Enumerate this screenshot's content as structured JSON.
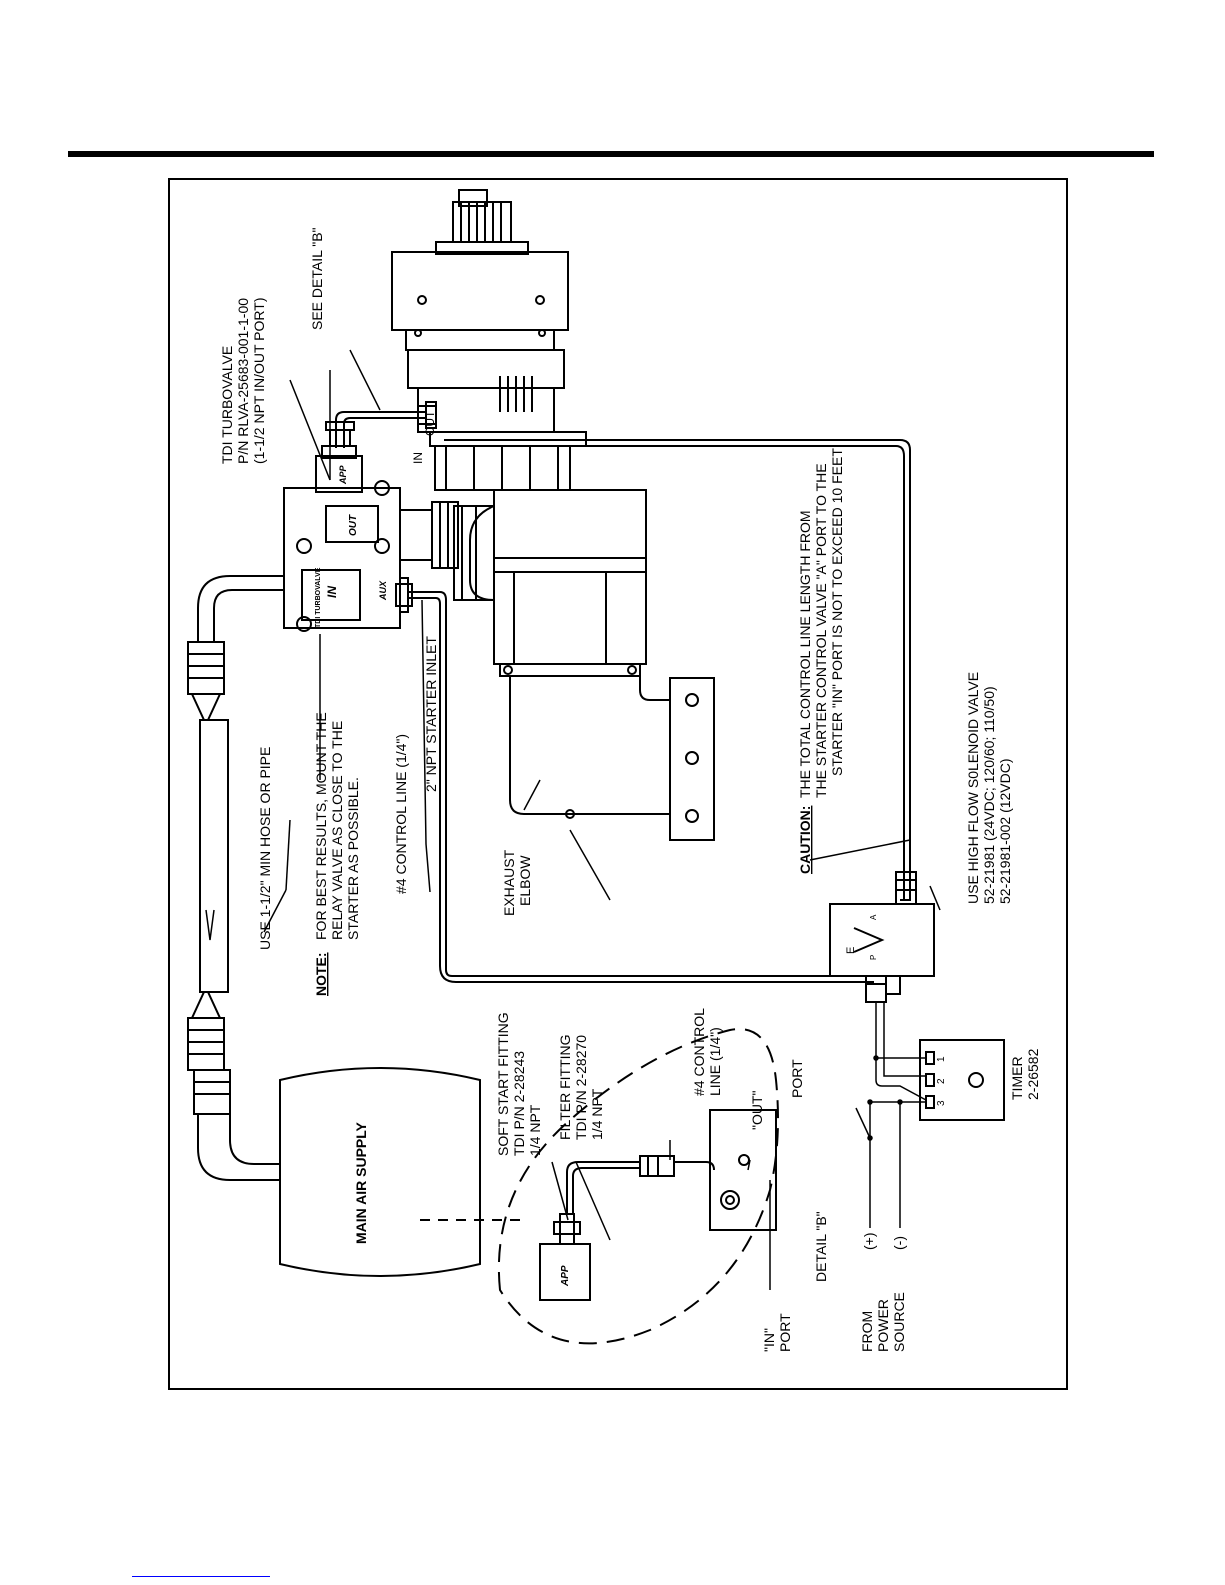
{
  "labels": {
    "turbovalve": [
      "TDI TURBOVALVE",
      "P/N RLVA-25683-001-1-00",
      "(1-1/2 NPT IN/OUT PORT)"
    ],
    "see_detail": "SEE DETAIL \"B\"",
    "hose": "USE 1-1/2\" MIN HOSE OR PIPE",
    "note_head": "NOTE:",
    "note_lines": [
      "FOR BEST RESULTS, MOUNT THE",
      "RELAY VALVE AS CLOSE TO THE",
      "STARTER AS POSSIBLE."
    ],
    "control_line": "#4 CONTROL LINE (1/4\")",
    "starter_inlet": "2\" NPT STARTER INLET",
    "exhaust": [
      "EXHAUST",
      "ELBOW"
    ],
    "caution_head": "CAUTION:",
    "caution_lines": [
      "THE TOTAL CONTROL LINE LENGTH FROM",
      "THE STARTER CONTROL VALVE \"A\" PORT TO THE",
      "STARTER \"IN\" PORT IS NOT TO EXCEED 10 FEET"
    ],
    "solenoid": [
      "USE HIGH FLOW S0LENOID VALVE",
      "52-21981 (24VDC; 120/60; 110/50)",
      "52-21981-002 (12VDC)"
    ],
    "main_air": "MAIN AIR SUPPLY",
    "soft_start": [
      "SOFT START FITTING",
      "TDI P/N 2-28243",
      "1/4 NPT"
    ],
    "filter": [
      "FILTER FITTING",
      "TDI P/N 2-28270",
      "1/4 NPT"
    ],
    "control_line_4": [
      "#4 CONTROL",
      "LINE (1/4\")"
    ],
    "out_port": [
      "\"OUT\"",
      "PORT"
    ],
    "in_port": [
      "\"IN\"",
      "PORT"
    ],
    "detail_b": "DETAIL \"B\"",
    "power_source": [
      "FROM",
      "POWER",
      "SOURCE"
    ],
    "plus": "(+)",
    "minus": "(-)",
    "timer": [
      "TIMER",
      "2-26582"
    ],
    "timer_pins": [
      "1",
      "2",
      "3"
    ],
    "port_in": "IN",
    "port_out": "OUT",
    "valve_in": "IN",
    "valve_out": "OUT",
    "valve_aux": "AUX",
    "valve_app": "APP",
    "valve_brand": "TDI TURBOVALVE",
    "detail_app": "APP",
    "sol_e": "E",
    "sol_p": "P",
    "sol_a": "A"
  }
}
